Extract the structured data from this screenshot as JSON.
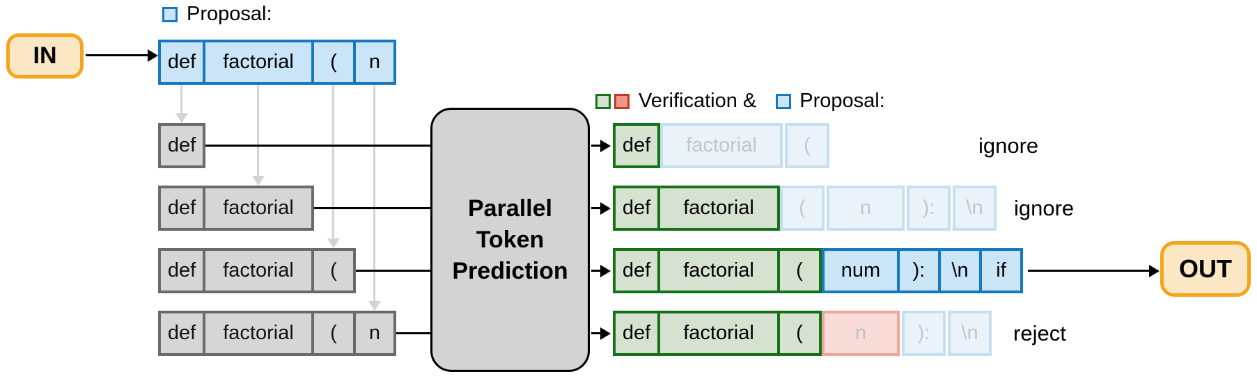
{
  "legend_top": {
    "label": "Proposal:"
  },
  "legend_right": {
    "verification_label": "Verification &",
    "proposal_label": "Proposal:"
  },
  "io": {
    "in_label": "IN",
    "out_label": "OUT"
  },
  "center_box": {
    "line1": "Parallel",
    "line2": "Token",
    "line3": "Prediction"
  },
  "input_row": {
    "tokens": [
      {
        "t": "def",
        "s": "blue"
      },
      {
        "t": "factorial",
        "s": "blue"
      },
      {
        "t": "(",
        "s": "blue"
      },
      {
        "t": "n",
        "s": "blue"
      }
    ]
  },
  "draft_rows": [
    {
      "tokens": [
        {
          "t": "def",
          "s": "gray"
        }
      ]
    },
    {
      "tokens": [
        {
          "t": "def",
          "s": "gray"
        },
        {
          "t": "factorial",
          "s": "gray"
        }
      ]
    },
    {
      "tokens": [
        {
          "t": "def",
          "s": "gray"
        },
        {
          "t": "factorial",
          "s": "gray"
        },
        {
          "t": "(",
          "s": "gray"
        }
      ]
    },
    {
      "tokens": [
        {
          "t": "def",
          "s": "gray"
        },
        {
          "t": "factorial",
          "s": "gray"
        },
        {
          "t": "(",
          "s": "gray"
        },
        {
          "t": "n",
          "s": "gray"
        }
      ]
    }
  ],
  "output_rows": [
    {
      "label": "ignore",
      "tokens": [
        {
          "t": "def",
          "s": "green"
        },
        {
          "t": "factorial",
          "s": "faded"
        },
        {
          "t": "(",
          "s": "faded"
        }
      ]
    },
    {
      "label": "ignore",
      "tokens": [
        {
          "t": "def",
          "s": "green"
        },
        {
          "t": "factorial",
          "s": "green"
        },
        {
          "t": "(",
          "s": "faded"
        },
        {
          "t": "n",
          "s": "faded"
        },
        {
          "t": "):",
          "s": "faded"
        },
        {
          "t": "\\n",
          "s": "faded"
        }
      ]
    },
    {
      "label": "",
      "tokens": [
        {
          "t": "def",
          "s": "green"
        },
        {
          "t": "factorial",
          "s": "green"
        },
        {
          "t": "(",
          "s": "green"
        },
        {
          "t": "num",
          "s": "blue"
        },
        {
          "t": "):",
          "s": "blue"
        },
        {
          "t": "\\n",
          "s": "blue"
        },
        {
          "t": "if",
          "s": "blue"
        }
      ]
    },
    {
      "label": "reject",
      "tokens": [
        {
          "t": "def",
          "s": "green"
        },
        {
          "t": "factorial",
          "s": "green"
        },
        {
          "t": "(",
          "s": "green"
        },
        {
          "t": "n",
          "s": "red"
        },
        {
          "t": "):",
          "s": "faded"
        },
        {
          "t": "\\n",
          "s": "faded"
        }
      ]
    }
  ],
  "colors": {
    "proposal_blue_border": "#1678BE",
    "proposal_blue_fill": "#C9E5F7",
    "verified_green_border": "#17701A",
    "verified_green_fill": "#D6E2D0",
    "reject_red_border": "#BE3A28",
    "reject_red_fill": "#F2968A",
    "io_orange_border": "#F5A51D",
    "io_orange_fill": "#FBE7C4",
    "draft_gray_fill": "#D6D6D6"
  }
}
